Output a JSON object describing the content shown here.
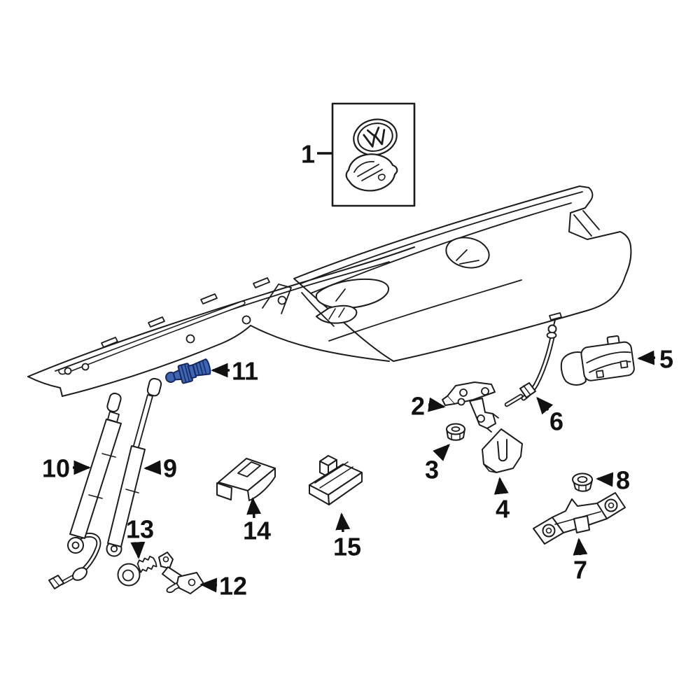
{
  "diagram": {
    "background_color": "#ffffff",
    "line_color": "#1c1c1c",
    "highlight_fill": "#3d65b3",
    "highlight_stroke": "#17275f",
    "label_color": "#111111"
  },
  "callouts": [
    {
      "label": "1"
    },
    {
      "label": "2"
    },
    {
      "label": "3"
    },
    {
      "label": "4"
    },
    {
      "label": "5"
    },
    {
      "label": "6"
    },
    {
      "label": "7"
    },
    {
      "label": "8"
    },
    {
      "label": "9"
    },
    {
      "label": "10"
    },
    {
      "label": "11"
    },
    {
      "label": "12"
    },
    {
      "label": "13"
    },
    {
      "label": "14"
    },
    {
      "label": "15"
    }
  ]
}
